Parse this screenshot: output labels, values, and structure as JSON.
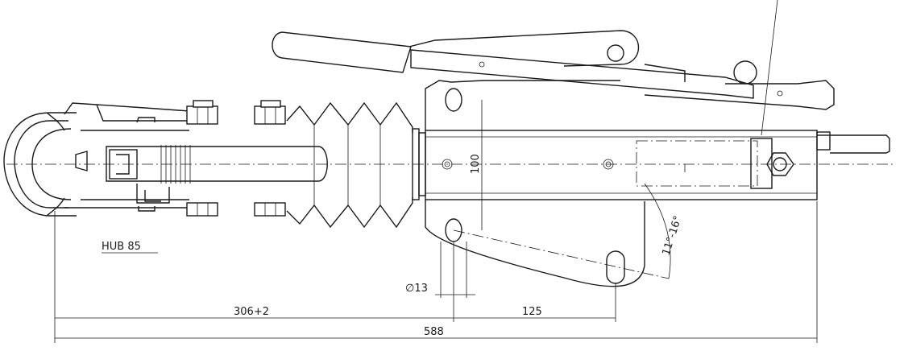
{
  "labels": {
    "stroke_label": "HUB 85",
    "hole_diameter": "∅13",
    "height_dim": "100",
    "angle_range": "11°-16°",
    "coupling_to_mount": "306+2",
    "hole_spacing": "125",
    "total_length": "588"
  },
  "colors": {
    "line": "#1a1a1a",
    "background": "#ffffff"
  }
}
